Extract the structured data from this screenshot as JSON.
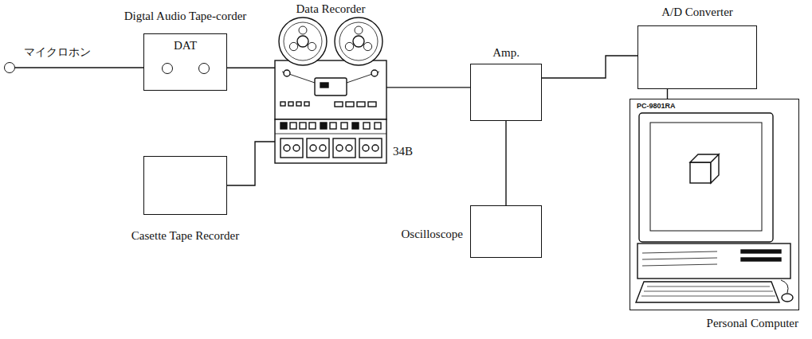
{
  "diagram": {
    "nodes": [
      {
        "text": [
          "マイクロホン"
        ]
      },
      {
        "text": [
          "Digtal Audio Tape-corder",
          "DAT"
        ]
      },
      {
        "text": [
          "Data Recorder",
          "34B"
        ]
      },
      {
        "text": [
          "Casette Tape Recorder"
        ]
      },
      {
        "text": [
          "Amp."
        ]
      },
      {
        "text": [
          "Oscilloscope"
        ]
      },
      {
        "text": [
          "A/D Converter"
        ]
      },
      {
        "text": [
          "PC-9801RA",
          "Personal Computer"
        ]
      }
    ],
    "edges": [
      {
        "from": 0,
        "to": 1,
        "arrow": "none"
      },
      {
        "from": 1,
        "to": 2,
        "arrow": "none"
      },
      {
        "from": 3,
        "to": 2,
        "arrow": "none"
      },
      {
        "from": 2,
        "to": 4,
        "arrow": "none"
      },
      {
        "from": 4,
        "to": 5,
        "arrow": "none"
      },
      {
        "from": 4,
        "to": 6,
        "arrow": "none"
      },
      {
        "from": 6,
        "to": 7,
        "arrow": "none"
      }
    ]
  }
}
